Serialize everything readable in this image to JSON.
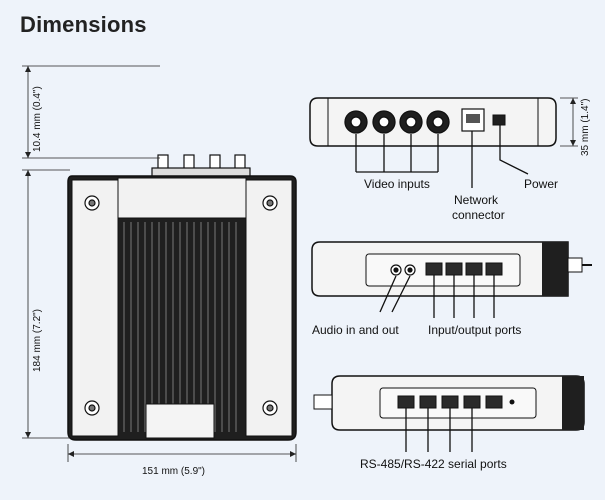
{
  "title": "Dimensions",
  "dimensions": {
    "height_front": "10.4 mm (0.4\")",
    "height_side": "184 mm (7.2\")",
    "width_bottom": "151 mm (5.9\")",
    "depth_right": "35 mm (1.4\")"
  },
  "labels": {
    "video_inputs": "Video inputs",
    "network_line1": "Network",
    "network_line2": "connector",
    "power": "Power",
    "audio": "Audio in and out",
    "io_ports": "Input/output ports",
    "serial_ports": "RS-485/RS-422 serial ports"
  },
  "colors": {
    "background": "#eef3fa",
    "body_dark": "#1f1f1f",
    "body_light": "#f4f4f4",
    "line": "#111111"
  }
}
